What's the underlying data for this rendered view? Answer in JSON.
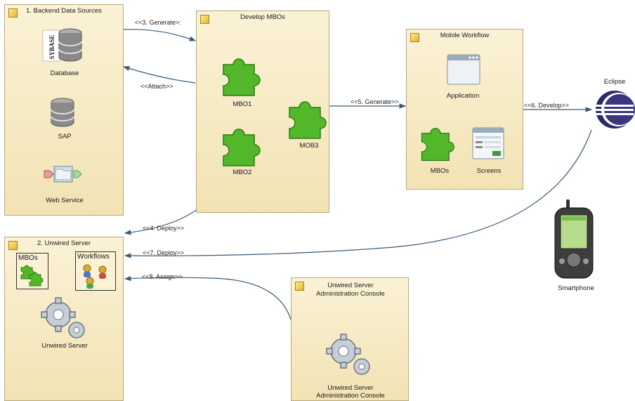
{
  "boxes": {
    "backend": {
      "title": "1. Backend Data Sources",
      "items": {
        "database": "Database",
        "sap": "SAP",
        "webservice": "Web Service"
      }
    },
    "develop": {
      "title": "Develop MBOs",
      "items": {
        "mbo1": "MBO1",
        "mbo2": "MBO2",
        "mob3": "MOB3"
      }
    },
    "workflow": {
      "title": "Mobile Workflow",
      "items": {
        "application": "Application",
        "mbos": "MBOs",
        "screens": "Screens"
      }
    },
    "server": {
      "title": "2. Unwired Server",
      "sub_mbos": "MBOs",
      "sub_workflows": "Workflows",
      "label": "Unwired Server"
    },
    "console": {
      "title_line1": "Unwired Server",
      "title_line2": "Administration Console",
      "label_line1": "Unwired Server",
      "label_line2": "Administration Console"
    }
  },
  "logo": {
    "sybase": "SYBASE"
  },
  "external": {
    "eclipse": "Eclipse",
    "smartphone": "Smartphone"
  },
  "edges": {
    "generate1": "<<3. Generate>:",
    "attach": "<<Attach>>",
    "generate2": "<<5. Generate>>",
    "develop": "<<6. Develop>>",
    "deploy4": "<<4. Deploy>>",
    "deploy7": "<<7. Deploy>>",
    "assign": "<<8. Assign>>"
  }
}
